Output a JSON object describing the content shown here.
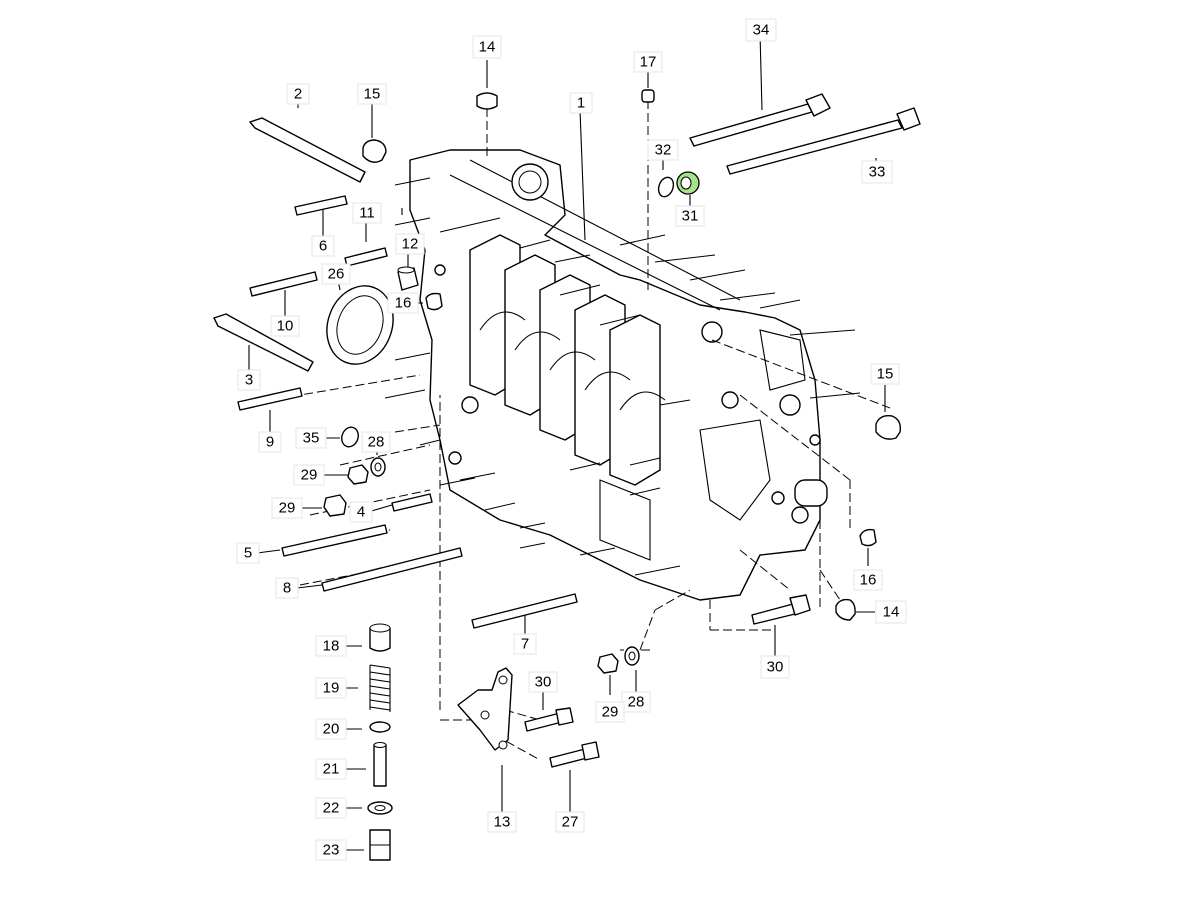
{
  "diagram": {
    "callouts": [
      {
        "id": "c1",
        "label": "1"
      },
      {
        "id": "c2",
        "label": "2"
      },
      {
        "id": "c3",
        "label": "3"
      },
      {
        "id": "c4",
        "label": "4"
      },
      {
        "id": "c5",
        "label": "5"
      },
      {
        "id": "c6",
        "label": "6"
      },
      {
        "id": "c7",
        "label": "7"
      },
      {
        "id": "c8",
        "label": "8"
      },
      {
        "id": "c9",
        "label": "9"
      },
      {
        "id": "c10",
        "label": "10"
      },
      {
        "id": "c11",
        "label": "11"
      },
      {
        "id": "c12",
        "label": "12"
      },
      {
        "id": "c13",
        "label": "13"
      },
      {
        "id": "c14a",
        "label": "14"
      },
      {
        "id": "c14b",
        "label": "14"
      },
      {
        "id": "c15a",
        "label": "15"
      },
      {
        "id": "c15b",
        "label": "15"
      },
      {
        "id": "c16a",
        "label": "16"
      },
      {
        "id": "c16b",
        "label": "16"
      },
      {
        "id": "c17",
        "label": "17"
      },
      {
        "id": "c18",
        "label": "18"
      },
      {
        "id": "c19",
        "label": "19"
      },
      {
        "id": "c20",
        "label": "20"
      },
      {
        "id": "c21",
        "label": "21"
      },
      {
        "id": "c22",
        "label": "22"
      },
      {
        "id": "c23",
        "label": "23"
      },
      {
        "id": "c26",
        "label": "26"
      },
      {
        "id": "c27",
        "label": "27"
      },
      {
        "id": "c28a",
        "label": "28"
      },
      {
        "id": "c28b",
        "label": "28"
      },
      {
        "id": "c29a",
        "label": "29"
      },
      {
        "id": "c29b",
        "label": "29"
      },
      {
        "id": "c29c",
        "label": "29"
      },
      {
        "id": "c30a",
        "label": "30"
      },
      {
        "id": "c30b",
        "label": "30"
      },
      {
        "id": "c31",
        "label": "31"
      },
      {
        "id": "c32",
        "label": "32"
      },
      {
        "id": "c33",
        "label": "33"
      },
      {
        "id": "c34",
        "label": "34"
      },
      {
        "id": "c35",
        "label": "35"
      }
    ],
    "colors": {
      "line": "#000000",
      "highlight": "#a8e28a",
      "background": "#ffffff"
    }
  }
}
